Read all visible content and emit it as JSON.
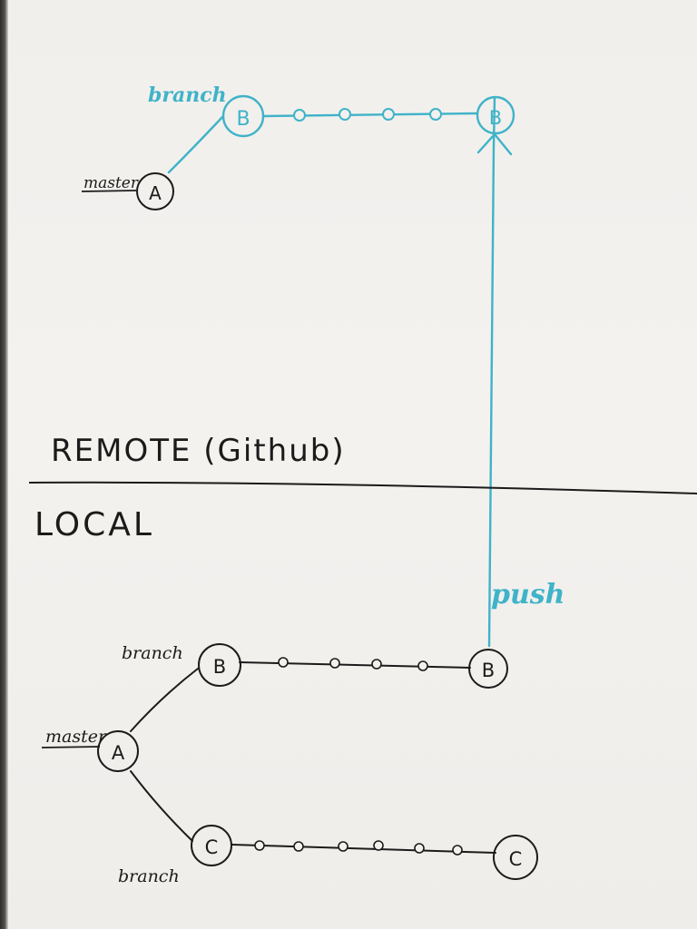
{
  "colors": {
    "ink": "#1c1b1b",
    "remote_ink": "#3fb3c8",
    "paper": "#f3f1ee"
  },
  "labels": {
    "section_remote": "REMOTE (Github)",
    "section_local": "LOCAL",
    "push": "push"
  },
  "remote": {
    "master_label": "master",
    "branch_label": "branch",
    "commit_a": "A",
    "commit_b_start": "B",
    "commit_b_end": "B",
    "intermediate_commits": 4
  },
  "local": {
    "master_label": "master",
    "branch_b_label": "branch",
    "branch_c_label": "branch",
    "commit_a": "A",
    "commit_b_start": "B",
    "commit_b_end": "B",
    "commit_c_start": "C",
    "commit_c_end": "C",
    "intermediate_commits_b": 4,
    "intermediate_commits_c": 6
  }
}
